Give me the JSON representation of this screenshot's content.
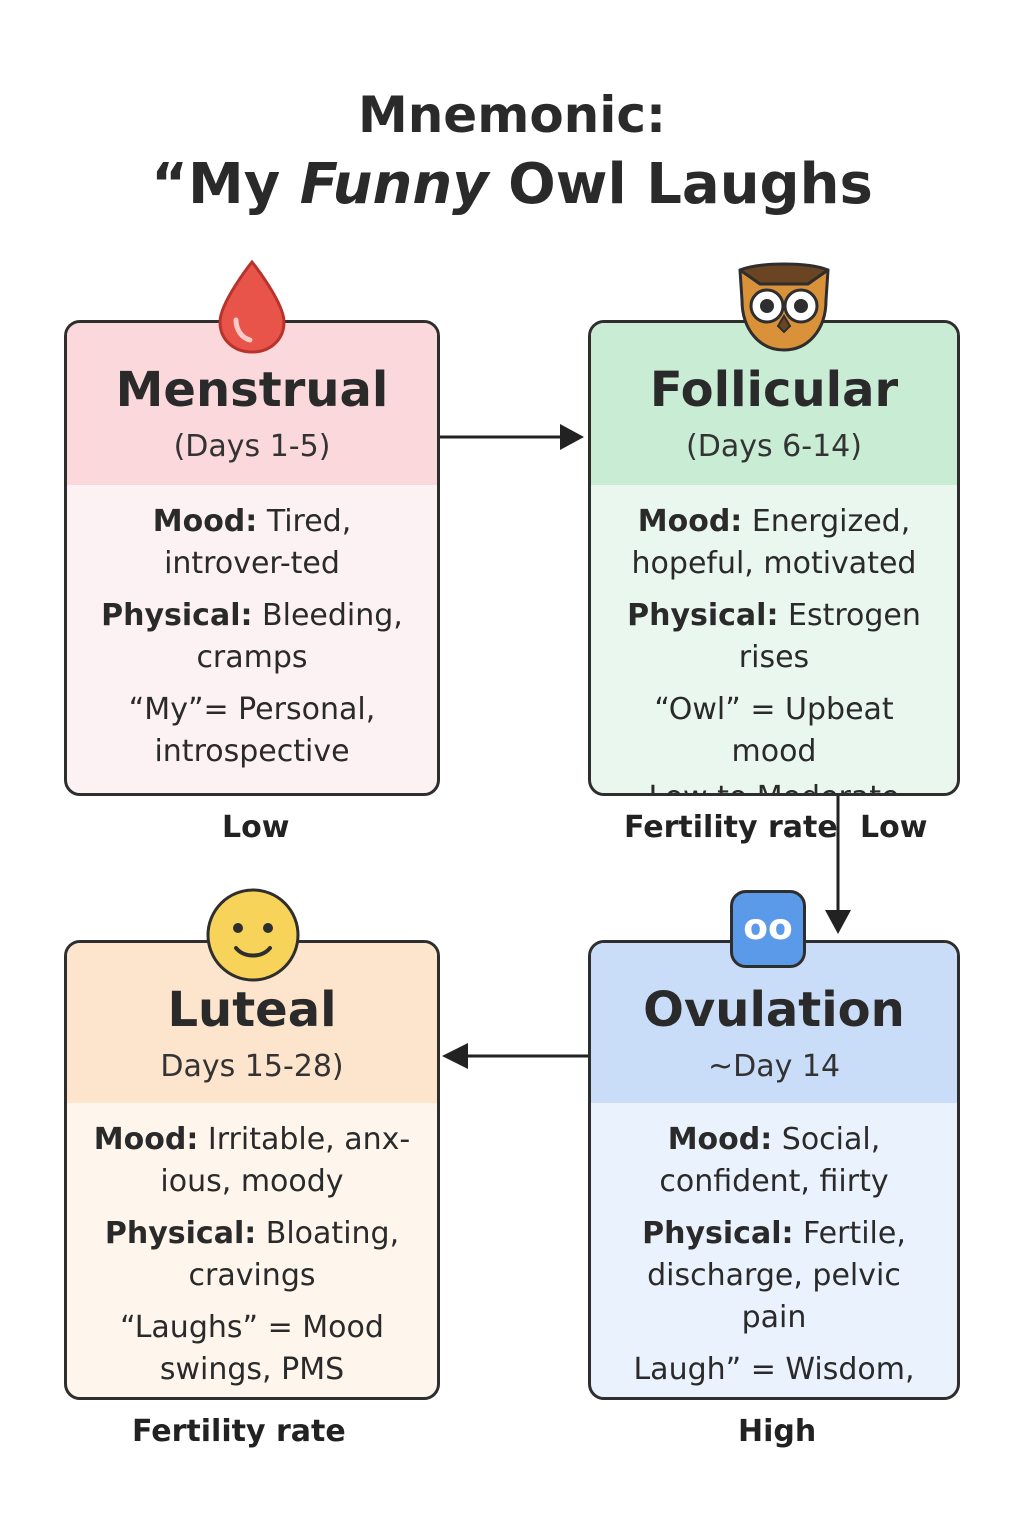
{
  "title": {
    "line1": "Mnemonic:",
    "line2_open": "“My ",
    "line2_italic": "Funny",
    "line2_rest": " Owl Laughs"
  },
  "phases": {
    "menstrual": {
      "name": "Menstrual",
      "days": "(Days 1-5)",
      "mood_label": "Mood:",
      "mood": " Tired, introver-ted",
      "physical_label": "Physical:",
      "physical": " Bleeding, cramps",
      "mnemonic": "“My”= Personal, introspective",
      "icon": "blood-drop-icon"
    },
    "follicular": {
      "name": "Follicular",
      "days": "(Days 6-14)",
      "mood_label": "Mood:",
      "mood": " Energized, hopeful, motivated",
      "physical_label": "Physical:",
      "physical": " Estrogen rises",
      "mnemonic": "“Owl” = Upbeat mood",
      "extra": "Low to Moderate",
      "icon": "owl-icon"
    },
    "luteal": {
      "name": "Luteal",
      "days": "Days 15-28)",
      "mood_label": "Mood:",
      "mood": " Irritable, anx-ious, moody",
      "physical_label": "Physical:",
      "physical": " Bloating, cravings",
      "mnemonic": "“Laughs” = Mood swings, PMS",
      "icon": "smiley-face-icon"
    },
    "ovulation": {
      "name": "Ovulation",
      "days": "~Day 14",
      "mood_label": "Mood:",
      "mood": " Social, confident, fiirty",
      "physical_label": "Physical:",
      "physical": " Fertile, discharge, pelvic pain",
      "mnemonic": "Laugh” = Wisdom, peak swings",
      "icon": "eyes-badge-icon",
      "badge_text": "oo"
    }
  },
  "labels": {
    "menstrual_fertility": "Low",
    "follicular_fertility_label": "Fertility rate",
    "follicular_fertility": "Low",
    "luteal_fertility_label": "Fertility rate",
    "ovulation_fertility": "High"
  },
  "colors": {
    "menstrual_head": "#fbd8dc",
    "follicular_head": "#c9ecd5",
    "luteal_head": "#fde4cc",
    "ovulation_head": "#c9dcf8",
    "drop": "#e8534a",
    "owl": "#d9923a",
    "smiley": "#f7d35a",
    "badge": "#5b9ae8"
  }
}
